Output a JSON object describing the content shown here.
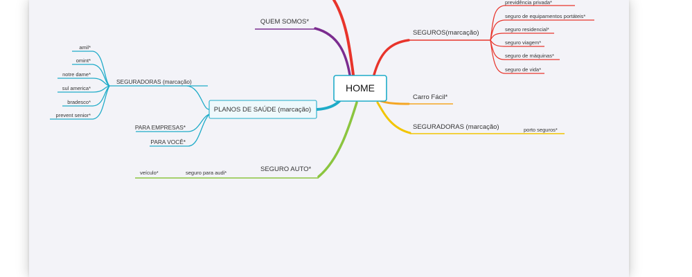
{
  "mindmap": {
    "central": "HOME",
    "colors": {
      "red": "#e8342b",
      "purple": "#7b2c8f",
      "blue": "#1eabc8",
      "green": "#8bc53f",
      "orange": "#f5a623",
      "yellow": "#f2c500",
      "node_border": "#1eabc8"
    },
    "right": {
      "seguros": {
        "label": "SEGUROS(marcação)",
        "items": [
          "previdência privada*",
          "seguro de equipamentos portáteis*",
          "seguro residencial*",
          "seguro viagem*",
          "seguro de máquinas*",
          "seguro de vida*"
        ]
      },
      "carro_facil": {
        "label": "Carro Fácil*"
      },
      "seguradoras": {
        "label": "SEGURADORAS (marcação)",
        "items": [
          "porto seguros*"
        ]
      }
    },
    "left": {
      "quem_somos": {
        "label": "QUEM SOMOS*"
      },
      "planos": {
        "label": "PLANOS DE SAÚDE (marcação)",
        "seguradoras": {
          "label": "SEGURADORAS (marcação)",
          "items": [
            "amil*",
            "omint*",
            "notre dame*",
            "sul america*",
            "bradesco*",
            "prevent senior*"
          ]
        },
        "para_empresas": "PARA EMPRESAS*",
        "para_voce": "PARA VOCÊ*"
      },
      "seguro_auto": {
        "label": "SEGURO AUTO*",
        "items": [
          "seguro para audi*",
          "veículo*"
        ]
      }
    }
  }
}
